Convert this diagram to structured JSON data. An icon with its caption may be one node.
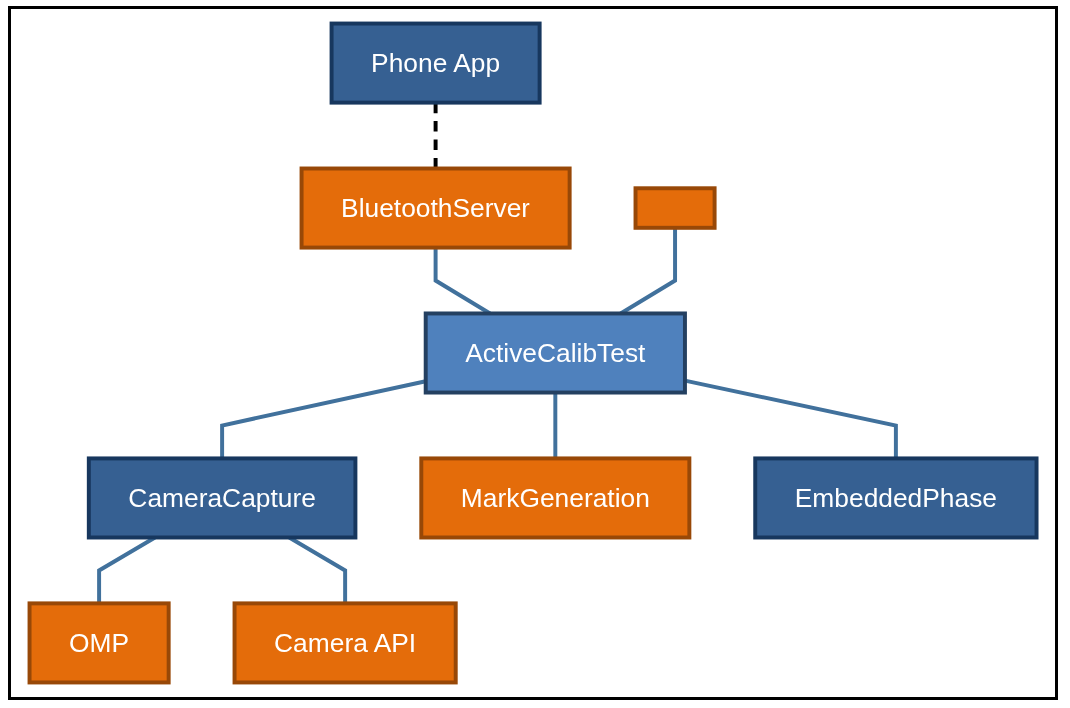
{
  "diagram": {
    "nodes": [
      {
        "text": [
          "Phone App"
        ]
      },
      {
        "text": [
          "BluetoothServer"
        ]
      },
      {
        "text": [
          "OMP"
        ]
      },
      {
        "text": [],
        "shape": "box"
      },
      {
        "text": [
          "CameraCapture"
        ]
      },
      {
        "text": [
          "ActiveCalibTest"
        ]
      },
      {
        "text": [
          "Camera API"
        ]
      },
      {
        "text": [
          "MarkGeneration"
        ]
      },
      {
        "text": [
          "EmbeddedPhase"
        ]
      }
    ],
    "edges": [
      {
        "from": 0,
        "to": 1,
        "arrow": "none",
        "style": "dashed",
        "color": "#000000"
      },
      {
        "from": 1,
        "to": 5,
        "arrow": "none"
      },
      {
        "from": 3,
        "to": 5,
        "arrow": "none"
      },
      {
        "from": 5,
        "to": 4,
        "arrow": "none"
      },
      {
        "from": 4,
        "to": 2,
        "arrow": "none"
      },
      {
        "from": 4,
        "to": 6,
        "arrow": "none"
      },
      {
        "from": 5,
        "to": 7,
        "arrow": "none"
      },
      {
        "from": 5,
        "to": 8,
        "arrow": "none"
      }
    ]
  }
}
